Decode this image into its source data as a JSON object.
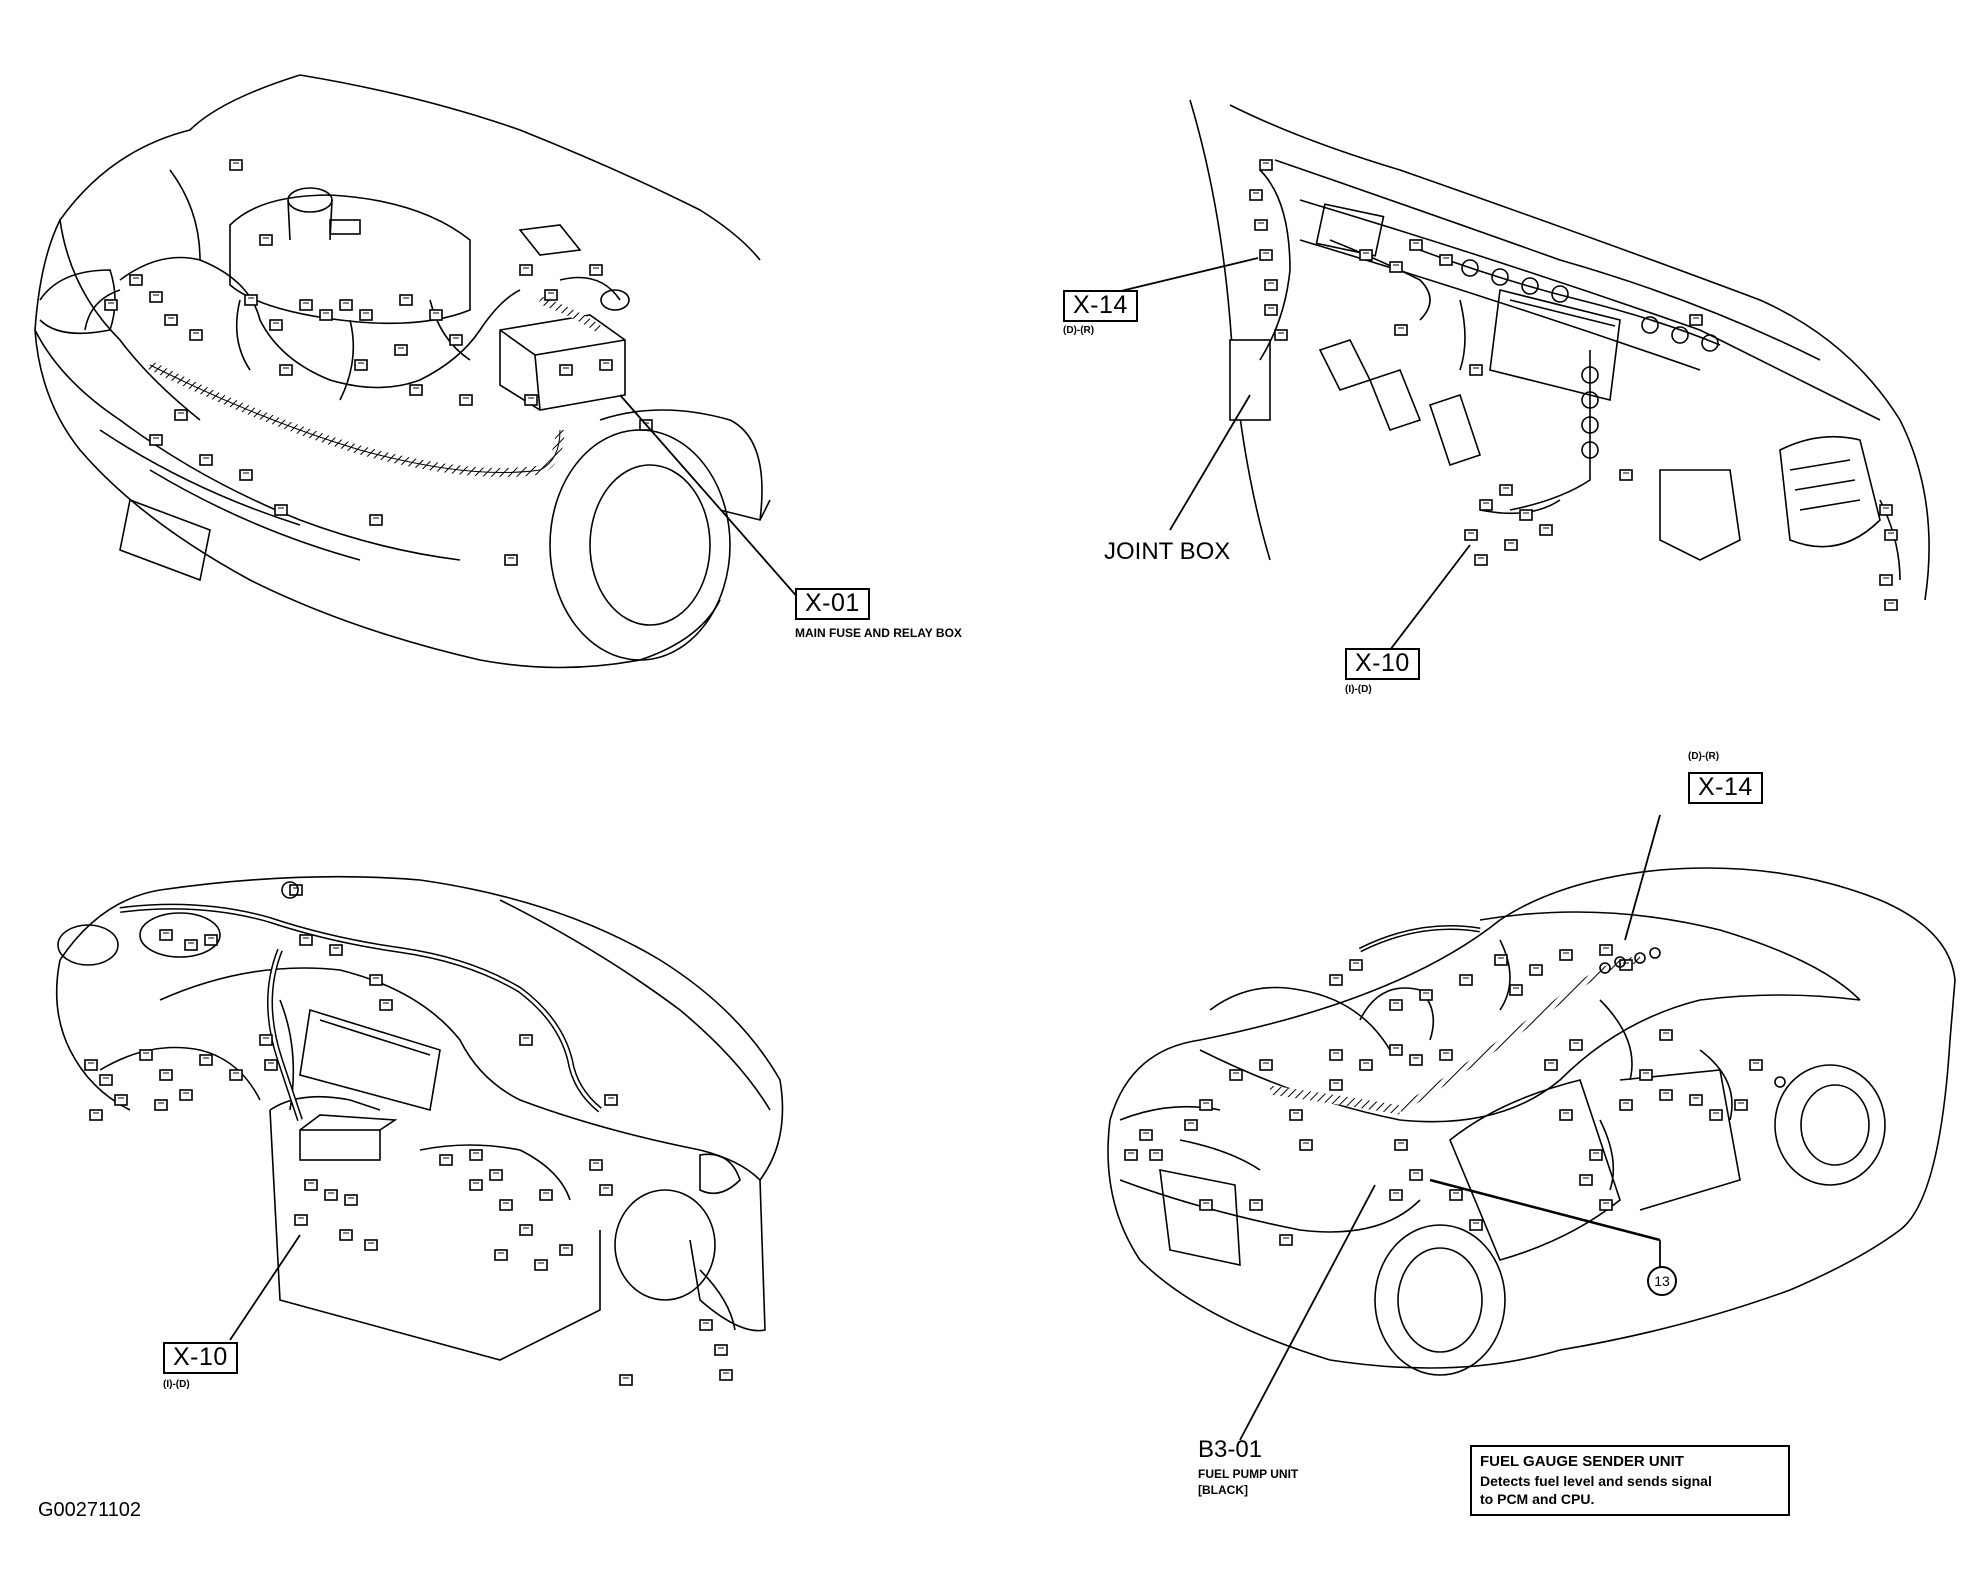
{
  "figure_id": "G00271102",
  "callouts": {
    "x01": {
      "code": "X-01",
      "desc": "MAIN FUSE AND RELAY BOX"
    },
    "x14_top": {
      "code": "X-14",
      "sub": "(D)-(R)"
    },
    "joint_box": {
      "label": "JOINT BOX"
    },
    "x10_top": {
      "code": "X-10",
      "sub": "(I)-(D)"
    },
    "x14_bottom": {
      "code": "X-14",
      "sub": "(D)-(R)"
    },
    "x10_bottom": {
      "code": "X-10",
      "sub": "(I)-(D)"
    },
    "b301": {
      "code": "B3-01",
      "line1": "FUEL PUMP UNIT",
      "line2": "[BLACK]"
    },
    "ref13": {
      "num": "13"
    }
  },
  "info_box": {
    "title": "FUEL GAUGE SENDER UNIT",
    "body": "Detects fuel level and sends signal\nto PCM and CPU."
  }
}
